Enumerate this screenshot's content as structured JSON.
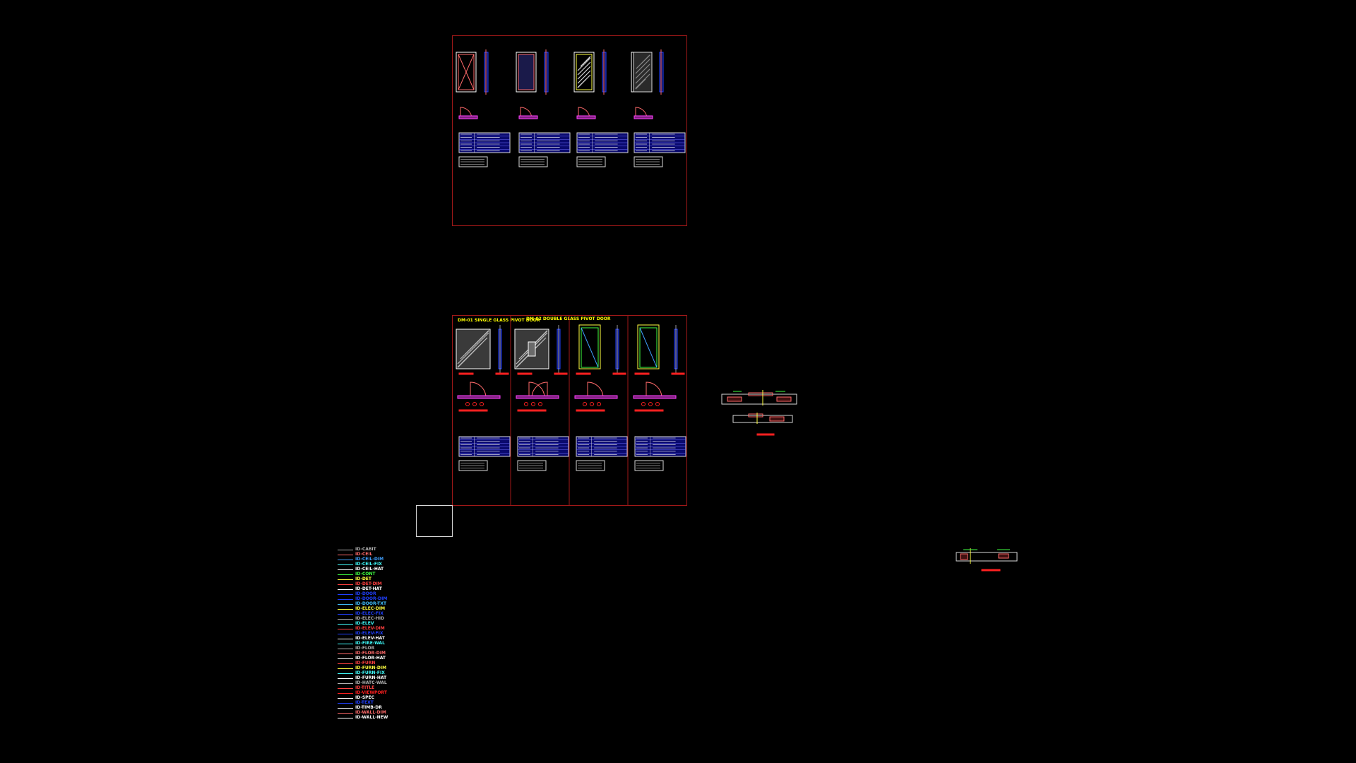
{
  "drawing": {
    "background": "#000000",
    "sheet_border_color": "#a01818",
    "lower_sheet": {
      "titles": [
        {
          "text": "DM-01 SINGLE GLASS PIVOT DOOR"
        },
        {
          "text": "DM-02 DOUBLE GLASS PIVOT DOOR"
        }
      ]
    }
  },
  "legend": {
    "layers": [
      {
        "name": "ID-CABIT",
        "color": "#b0b0b0"
      },
      {
        "name": "ID-CEIL",
        "color": "#ff6a6a"
      },
      {
        "name": "ID-CEIL-DIM",
        "color": "#40a0ff"
      },
      {
        "name": "ID-CEIL-FIX",
        "color": "#40ffff"
      },
      {
        "name": "ID-CEIL-HAT",
        "color": "#ffffff"
      },
      {
        "name": "ID-CONT",
        "color": "#40ff40"
      },
      {
        "name": "ID-DET",
        "color": "#ffff40"
      },
      {
        "name": "ID-DET-DIM",
        "color": "#ff4040"
      },
      {
        "name": "ID-DET-HAT",
        "color": "#ffffff"
      },
      {
        "name": "ID-DOOR",
        "color": "#2040ff"
      },
      {
        "name": "ID-DOOR-DIM",
        "color": "#2040ff"
      },
      {
        "name": "ID-DOOR-TXT",
        "color": "#40c0ff"
      },
      {
        "name": "ID-ELEC-DIM",
        "color": "#ffff40"
      },
      {
        "name": "ID-ELEC-FIX",
        "color": "#2040ff"
      },
      {
        "name": "ID-ELEC-HID",
        "color": "#b0b0b0"
      },
      {
        "name": "ID-ELEV",
        "color": "#40ffff"
      },
      {
        "name": "ID-ELEV-DIM",
        "color": "#ff4040"
      },
      {
        "name": "ID-ELEV-FIX",
        "color": "#2040ff"
      },
      {
        "name": "ID-ELEV-HAT",
        "color": "#ffffff"
      },
      {
        "name": "ID-FIRE-WAL",
        "color": "#40ffff"
      },
      {
        "name": "ID-FLOR",
        "color": "#b0b0b0"
      },
      {
        "name": "ID-FLOR-DIM",
        "color": "#ff6a6a"
      },
      {
        "name": "ID-FLOR-HAT",
        "color": "#ffffff"
      },
      {
        "name": "ID-FURN",
        "color": "#ff4040"
      },
      {
        "name": "ID-FURN-DIM",
        "color": "#ffff40"
      },
      {
        "name": "ID-FURN-FIX",
        "color": "#40ffff"
      },
      {
        "name": "ID-FURN-HAT",
        "color": "#ffffff"
      },
      {
        "name": "ID-HATC-WAL",
        "color": "#b0b0b0"
      },
      {
        "name": "ID-TITLE",
        "color": "#ff4040"
      },
      {
        "name": "ID-VIEWPORT",
        "color": "#ff2020"
      },
      {
        "name": "ID-SPEC",
        "color": "#ffffff"
      },
      {
        "name": "ID-TEXT",
        "color": "#2040ff"
      },
      {
        "name": "ID-TIMB-DR",
        "color": "#ffffff"
      },
      {
        "name": "ID-WALL-DIM",
        "color": "#ff6a6a"
      },
      {
        "name": "ID-WALL-NEW",
        "color": "#ffffff"
      }
    ]
  }
}
